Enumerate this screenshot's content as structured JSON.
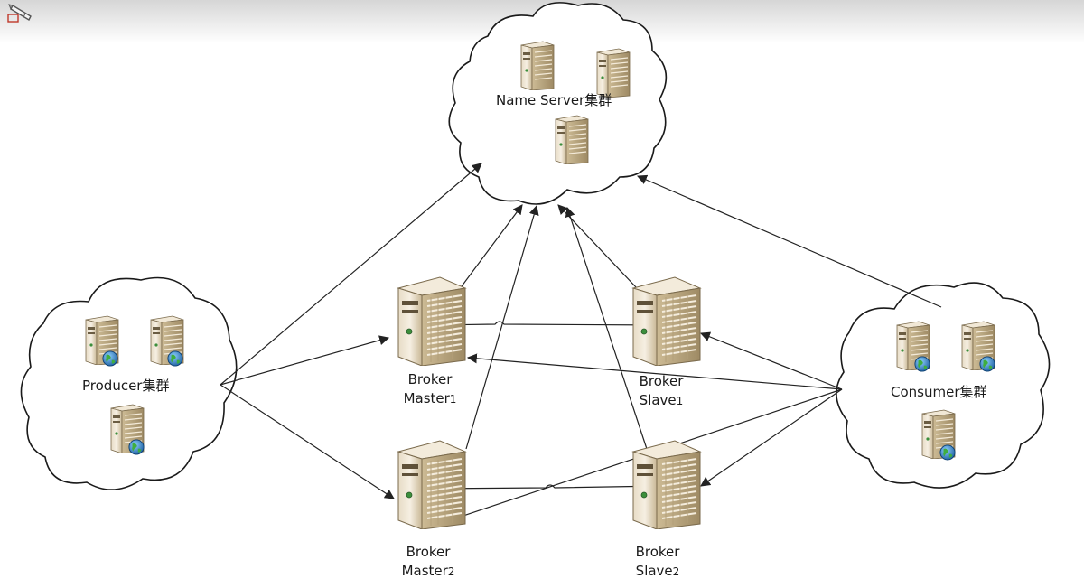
{
  "diagram": {
    "nodes": {
      "name_server": {
        "label": "Name Server集群"
      },
      "producer": {
        "label": "Producer集群"
      },
      "consumer": {
        "label": "Consumer集群"
      },
      "broker_master1": {
        "line1": "Broker",
        "line2": "Master",
        "num": "1"
      },
      "broker_slave1": {
        "line1": "Broker",
        "line2": "Slave",
        "num": "1"
      },
      "broker_master2": {
        "line1": "Broker",
        "line2": "Master",
        "num": "2"
      },
      "broker_slave2": {
        "line1": "Broker",
        "line2": "Slave",
        "num": "2"
      }
    },
    "colors": {
      "line": "#222222",
      "server_body": "#e9dcc4",
      "server_dark": "#8a7a5c",
      "globe": "#2f7fc4"
    },
    "icons": [
      "pencil-icon",
      "rectangle-icon",
      "server-icon",
      "globe-icon"
    ]
  }
}
